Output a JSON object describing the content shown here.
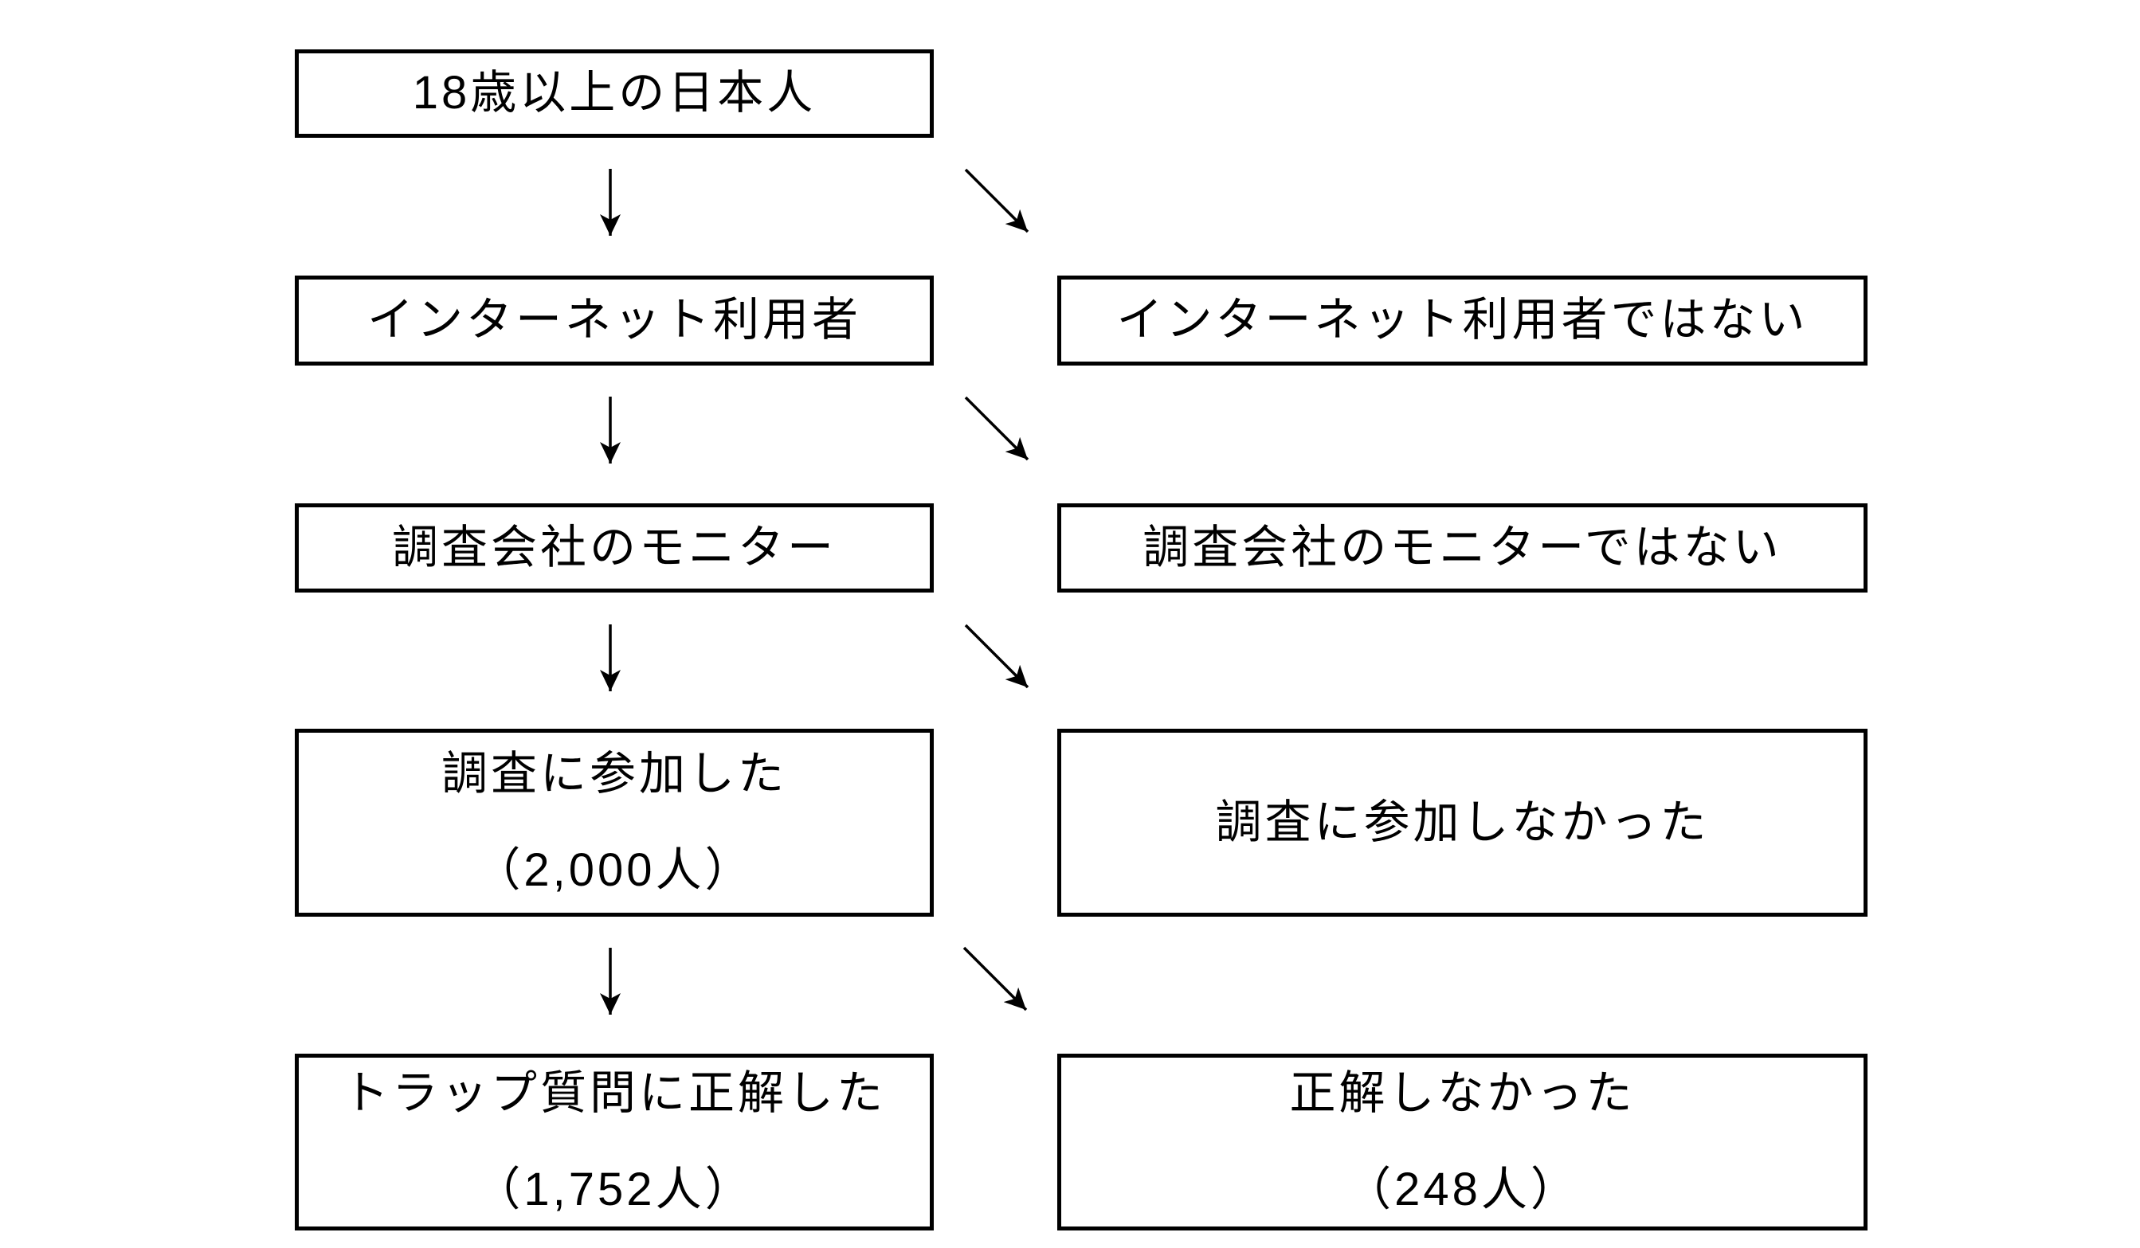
{
  "diagram": {
    "background": "#ffffff",
    "box_border_color": "#000000",
    "text_color": "#000000",
    "arrow_color": "#000000",
    "rows": [
      {
        "left": {
          "lines": [
            "18歳以上の日本人"
          ]
        },
        "right": null
      },
      {
        "left": {
          "lines": [
            "インターネット利用者"
          ]
        },
        "right": {
          "lines": [
            "インターネット利用者ではない"
          ]
        }
      },
      {
        "left": {
          "lines": [
            "調査会社のモニター"
          ]
        },
        "right": {
          "lines": [
            "調査会社のモニターではない"
          ]
        }
      },
      {
        "left": {
          "lines": [
            "調査に参加した",
            "（2,000人）"
          ]
        },
        "right": {
          "lines": [
            "調査に参加しなかった"
          ]
        }
      },
      {
        "left": {
          "lines": [
            "トラップ質問に正解した",
            "（1,752人）"
          ]
        },
        "right": {
          "lines": [
            "正解しなかった",
            "（248人）"
          ]
        }
      }
    ]
  }
}
